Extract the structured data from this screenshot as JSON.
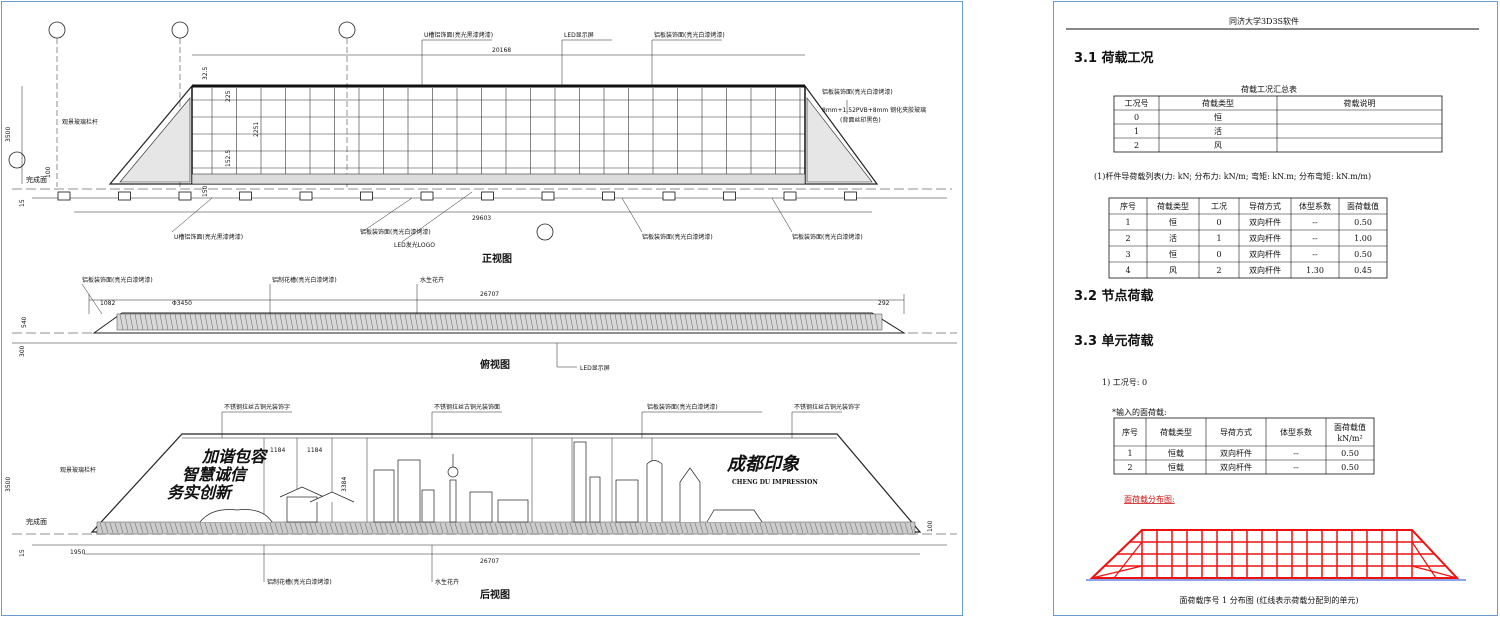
{
  "drawing": {
    "front_view": {
      "title": "正视图",
      "labels": {
        "top_a": "U槽铝饰面(亮光黑漆烤漆)",
        "top_b": "LED显示屏",
        "top_c": "铝板装饰面(亮光白漆烤漆)",
        "right_a": "铝板装饰面(亮光白漆烤漆)",
        "right_b": "8mm+1.52PVB+8mm 钢化夹胶玻璃",
        "right_c": "(背面丝印黑色)",
        "left_a": "观景玻璃栏杆",
        "left_b": "完成面",
        "bot_a": "U槽铝饰面(亮光黑漆烤漆)",
        "bot_b": "铝板装饰面(亮光白漆烤漆)",
        "bot_c": "LED发光LOGO",
        "bot_d": "铝板装饰面(亮光白漆烤漆)",
        "bot_e": "铝板装饰面(亮光白漆烤漆)"
      },
      "dims": {
        "top": "20168",
        "bottom": "29603",
        "height": "3500",
        "d1": "32.5",
        "d2": "225",
        "d3": "2251",
        "d4": "152.5",
        "d5": "150",
        "d6": "100",
        "d7": "15"
      }
    },
    "plan_view": {
      "title": "俯视图",
      "labels": {
        "a": "铝板装饰面(亮光白漆烤漆)",
        "b": "铝制花槽(亮光白漆烤漆)",
        "c": "水生花卉",
        "d": "LED显示屏"
      },
      "dims": {
        "total": "26707",
        "left": "1082",
        "phi": "Φ3450",
        "right": "292",
        "h1": "540",
        "h2": "300"
      }
    },
    "rear_view": {
      "title": "后视图",
      "labels": {
        "a": "不锈钢拉丝古铜光装饰字",
        "b": "不锈钢拉丝古铜光装饰面",
        "c": "铝板装饰面(亮光白漆烤漆)",
        "d": "不锈钢拉丝古铜光装饰字",
        "e": "观景玻璃栏杆",
        "f": "完成面",
        "g": "铝制花槽(亮光白漆烤漆)",
        "h": "水生花卉"
      },
      "text_left_1": "加谐包容",
      "text_left_2": "智慧诚信",
      "text_left_3": "务实创新",
      "text_right": "成都印象",
      "text_right_en": "CHENG DU IMPRESSION",
      "dims": {
        "a": "1184",
        "b": "1184",
        "c": "3384",
        "total": "26707",
        "height": "3500",
        "d1": "100",
        "d2": "15",
        "d3": "1950"
      }
    }
  },
  "report": {
    "header": "同济大学3D3S软件",
    "s31": "3.1  荷载工况",
    "t1_caption": "荷载工况汇总表",
    "t1_headers": [
      "工况号",
      "荷载类型",
      "荷载说明"
    ],
    "t1_rows": [
      [
        "0",
        "恒",
        ""
      ],
      [
        "1",
        "活",
        ""
      ],
      [
        "2",
        "风",
        ""
      ]
    ],
    "t2_caption": "(1)杆件导荷载列表(力: kN; 分布力: kN/m; 弯矩: kN.m; 分布弯矩: kN.m/m)",
    "t2_headers": [
      "序号",
      "荷载类型",
      "工况",
      "导荷方式",
      "体型系数",
      "面荷载值"
    ],
    "t2_rows": [
      [
        "1",
        "恒",
        "0",
        "双向杆件",
        "--",
        "0.50"
      ],
      [
        "2",
        "活",
        "1",
        "双向杆件",
        "--",
        "1.00"
      ],
      [
        "3",
        "恒",
        "0",
        "双向杆件",
        "--",
        "0.50"
      ],
      [
        "4",
        "风",
        "2",
        "双向杆件",
        "1.30",
        "0.45"
      ]
    ],
    "s32": "3.2  节点荷载",
    "s33": "3.3  单元荷载",
    "case_label": "1)  工况号:   0",
    "input_label": "*输入的面荷载:",
    "t3_headers": [
      "序号",
      "荷载类型",
      "导荷方式",
      "体型系数",
      "面荷载值",
      "kN/m²"
    ],
    "t3_rows": [
      [
        "1",
        "恒载",
        "双向杆件",
        "--",
        "0.50"
      ],
      [
        "2",
        "恒载",
        "双向杆件",
        "--",
        "0.50"
      ]
    ],
    "dist_label": "面荷载分布图:",
    "caption": "面荷载序号 1 分布图 (红线表示荷载分配到的单元)",
    "colors": {
      "load_lines": "#ee1111",
      "ground": "#2244cc",
      "frame": "#6b9bd2"
    }
  }
}
